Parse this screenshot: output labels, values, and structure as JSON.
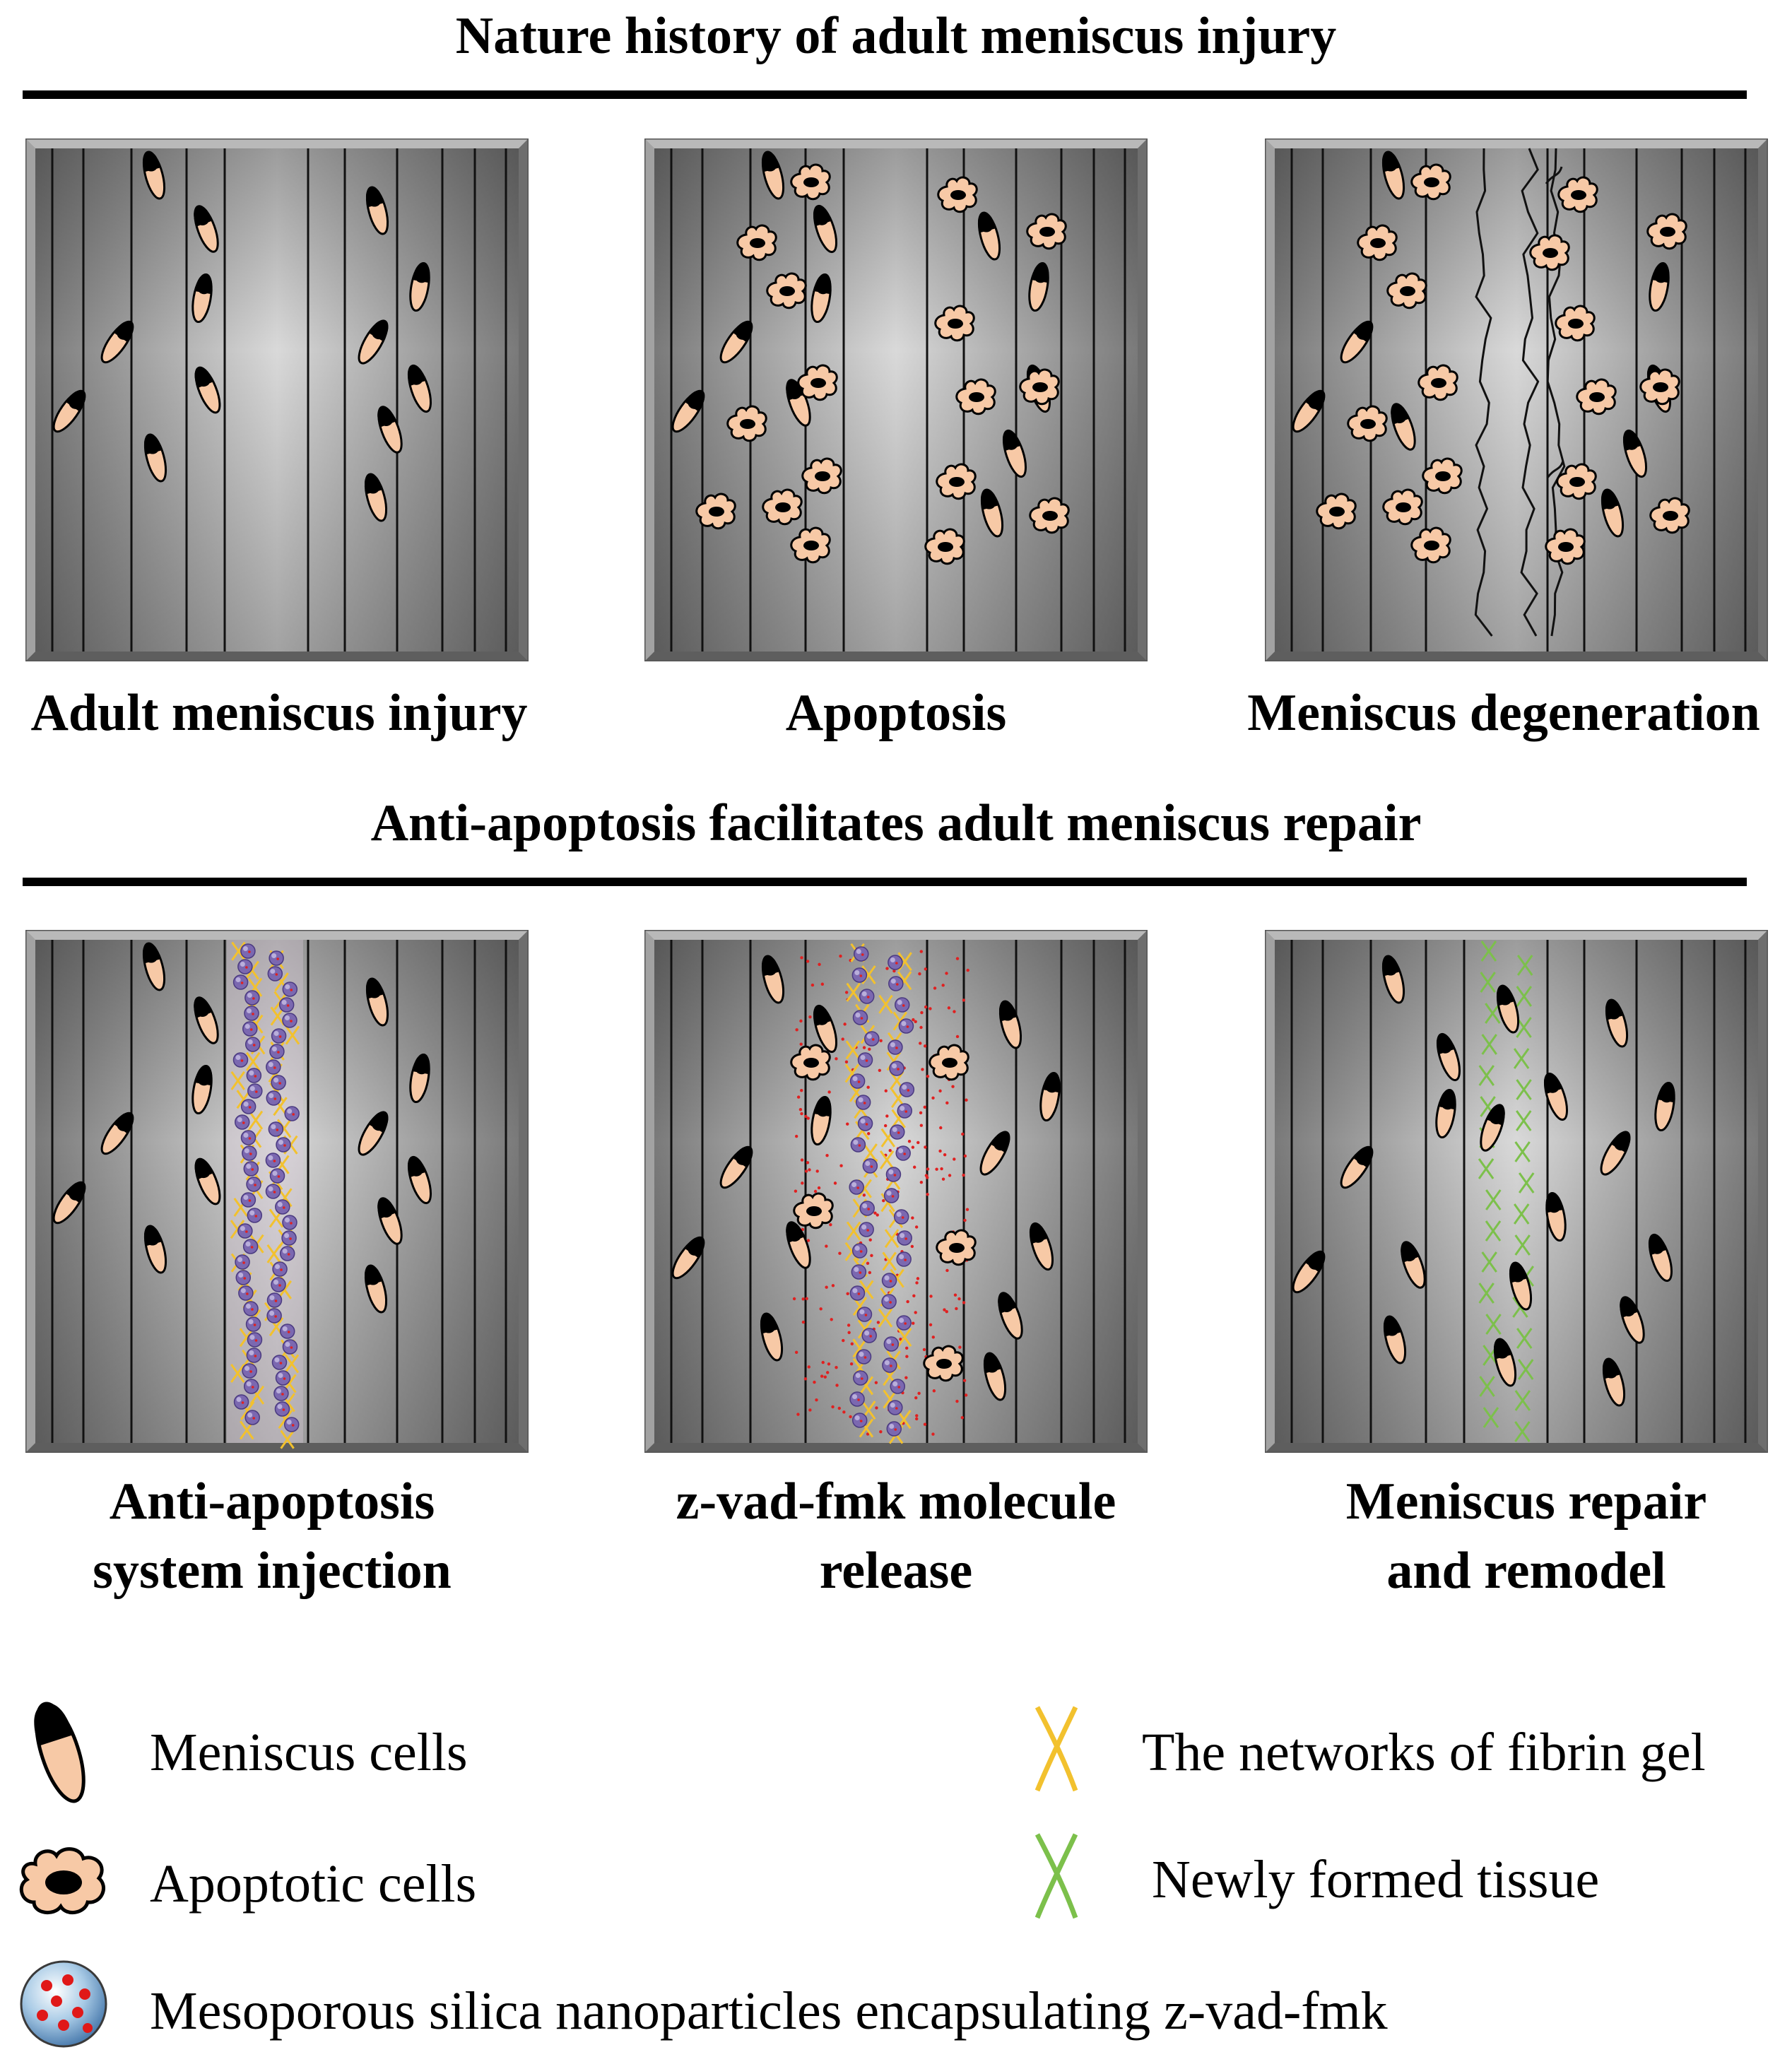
{
  "sections": [
    {
      "title": "Nature history of adult meniscus injury"
    },
    {
      "title": "Anti-apoptosis facilitates adult meniscus repair"
    }
  ],
  "panels": [
    {
      "id": "p1",
      "caption_lines": [
        "Adult meniscus injury"
      ],
      "content": "injury"
    },
    {
      "id": "p2",
      "caption_lines": [
        "Apoptosis"
      ],
      "content": "apoptosis"
    },
    {
      "id": "p3",
      "caption_lines": [
        "Meniscus degeneration"
      ],
      "content": "degeneration"
    },
    {
      "id": "p4",
      "caption_lines": [
        "Anti-apoptosis",
        "system injection"
      ],
      "content": "injection"
    },
    {
      "id": "p5",
      "caption_lines": [
        "z-vad-fmk molecule",
        "release"
      ],
      "content": "release"
    },
    {
      "id": "p6",
      "caption_lines": [
        "Meniscus repair",
        "and remodel"
      ],
      "content": "repair"
    }
  ],
  "legend": {
    "meniscus_cells": "Meniscus cells",
    "apoptotic_cells": "Apoptotic cells",
    "nanoparticles": "Mesoporous silica nanoparticles encapsulating z-vad-fmk",
    "fibrin_gel": "The networks of fibrin gel",
    "new_tissue": "Newly formed tissue"
  },
  "colors": {
    "cell_body": "#f7c9a6",
    "nucleus": "#000000",
    "fibrin": "#f2c12e",
    "new_tissue": "#7cc04b",
    "nanoparticle": "#7b68b0",
    "drug_dot": "#e02020",
    "panel_dark": "#7a7a7a",
    "panel_light": "#d9d9d9"
  }
}
